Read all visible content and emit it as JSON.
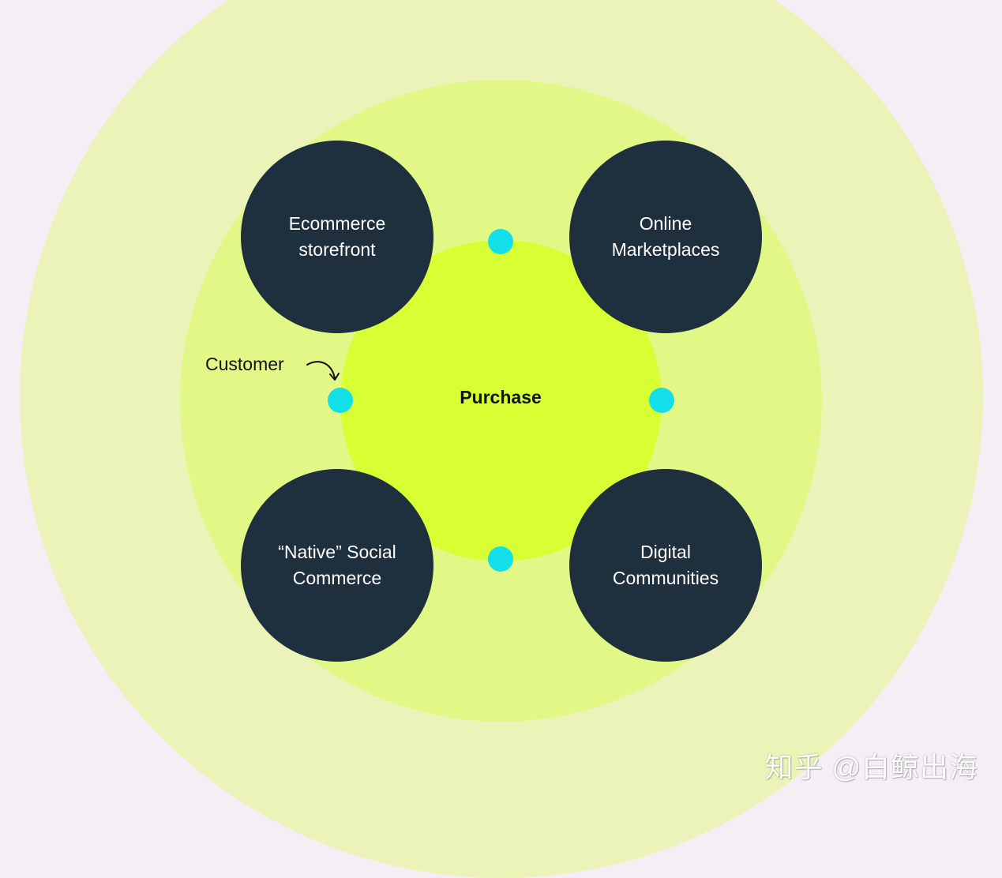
{
  "center": {
    "label": "Purchase"
  },
  "channels": [
    {
      "line1": "Ecommerce",
      "line2": "storefront"
    },
    {
      "line1": "Online",
      "line2": "Marketplaces"
    },
    {
      "line1": "“Native” Social",
      "line2": "Commerce"
    },
    {
      "line1": "Digital",
      "line2": "Communities"
    }
  ],
  "customer_label": "Customer",
  "watermark": "知乎 @白鲸出海",
  "colors": {
    "background": "#f3eff5",
    "outer_ring": "#ebf3b9",
    "middle_ring": "#e2f886",
    "core": "#d8fe34",
    "channel_circle": "#1e2f3e",
    "dot": "#13dfe8"
  },
  "icons": {
    "customer_arrow": "curved-arrow-icon"
  }
}
